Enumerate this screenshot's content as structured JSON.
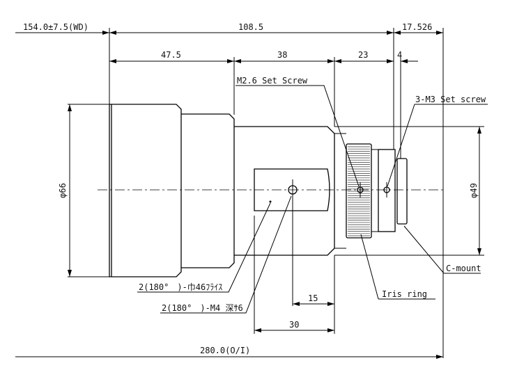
{
  "drawing": {
    "dimensions": {
      "wd": "154.0±7.5(WD)",
      "overall_lens": "108.5",
      "flange": "17.526",
      "front_section": "47.5",
      "mid_section": "38",
      "rear_section": "23",
      "ring_offset": "4",
      "diameter_front": "φ66",
      "diameter_rear": "φ49",
      "hole_offset": "15",
      "flat_length": "30",
      "total": "280.0(O/I)"
    },
    "callouts": {
      "m26_screw": "M2.6 Set Screw",
      "m3_screw": "3-M3 Set screw",
      "c_mount": "C-mount",
      "iris_ring": "Iris ring",
      "flat": "2(180°　)-巾46ﾌﾗｲｽ",
      "tap": "2(180°　)-M4 深ｻ6"
    }
  }
}
